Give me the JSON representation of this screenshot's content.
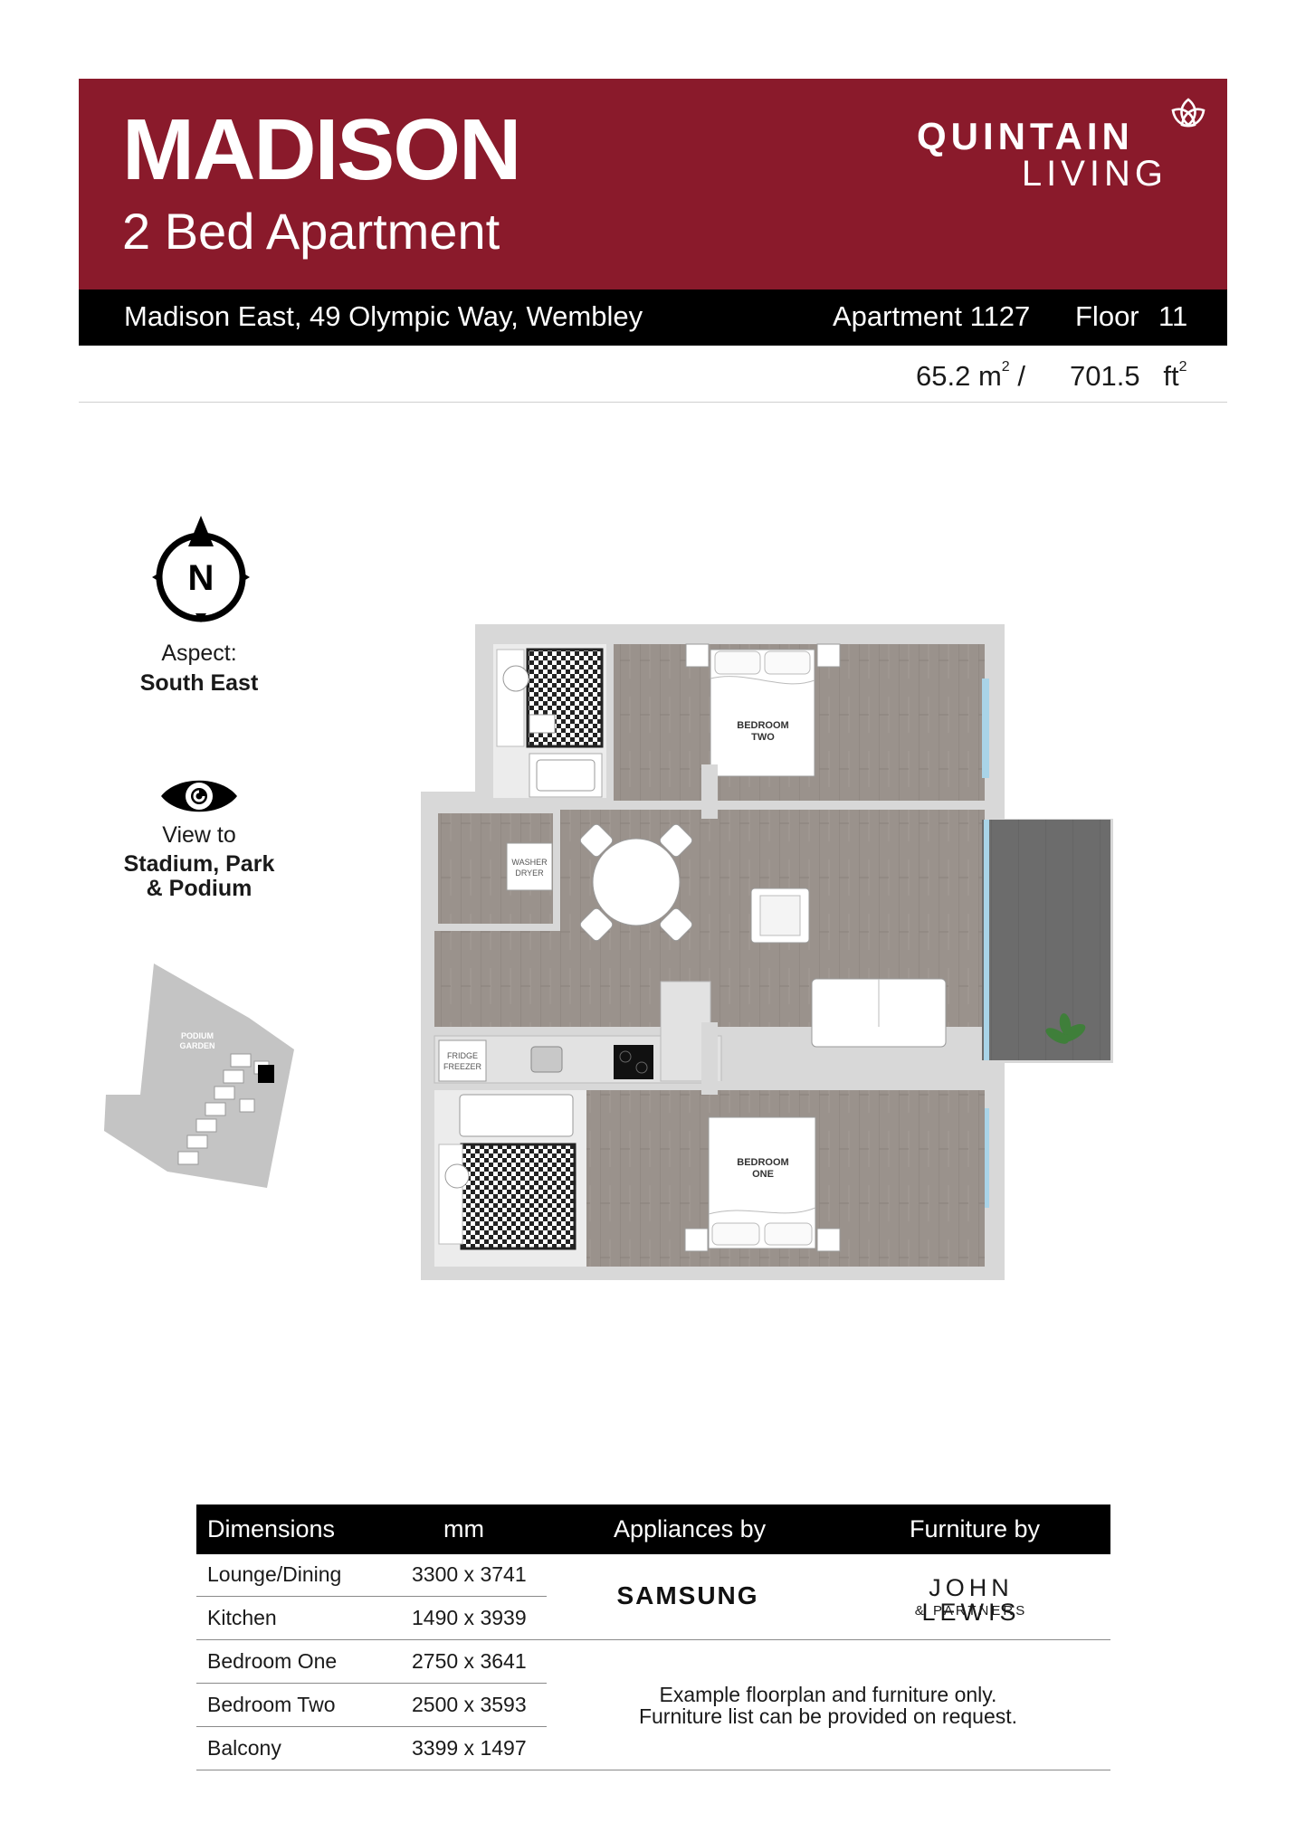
{
  "header": {
    "title": "MADISON",
    "subtitle": "2 Bed Apartment",
    "brand_line1": "QUINTAIN",
    "brand_line2": "LIVING",
    "background_color": "#8a1a2b"
  },
  "address_bar": {
    "address": "Madison East, 49 Olympic Way, Wembley",
    "apartment": "Apartment 1127",
    "floor_label": "Floor",
    "floor_value": "11"
  },
  "area": {
    "sqm_value": "65.2",
    "sqm_unit": "m",
    "separator": "/",
    "sqft_value": "701.5",
    "sqft_unit": "ft",
    "superscript": "2"
  },
  "aspect": {
    "compass_letter": "N",
    "label": "Aspect:",
    "value": "South East"
  },
  "view": {
    "label": "View to",
    "value_line1": "Stadium, Park",
    "value_line2": "& Podium"
  },
  "site_map": {
    "label_line1": "PODIUM",
    "label_line2": "GARDEN"
  },
  "floorplan": {
    "bedroom_two_line1": "BEDROOM",
    "bedroom_two_line2": "TWO",
    "bedroom_one_line1": "BEDROOM",
    "bedroom_one_line2": "ONE",
    "washer_line1": "WASHER",
    "washer_line2": "DRYER",
    "fridge_line1": "FRIDGE",
    "fridge_line2": "FREEZER"
  },
  "table": {
    "headers": [
      "Dimensions",
      "mm",
      "Appliances by",
      "Furniture by"
    ],
    "rows": [
      {
        "room": "Lounge/Dining",
        "mm": "3300 x 3741"
      },
      {
        "room": "Kitchen",
        "mm": "1490 x 3939"
      },
      {
        "room": "Bedroom One",
        "mm": "2750 x 3641"
      },
      {
        "room": "Bedroom Two",
        "mm": "2500 x 3593"
      },
      {
        "room": "Balcony",
        "mm": "3399 x 1497"
      }
    ],
    "appliances_brand": "SAMSUNG",
    "furniture_brand_line1": "JOHN LEWIS",
    "furniture_brand_line2": "& PARTNERS",
    "note_line1": "Example floorplan and furniture only.",
    "note_line2": "Furniture list can be provided on request."
  }
}
